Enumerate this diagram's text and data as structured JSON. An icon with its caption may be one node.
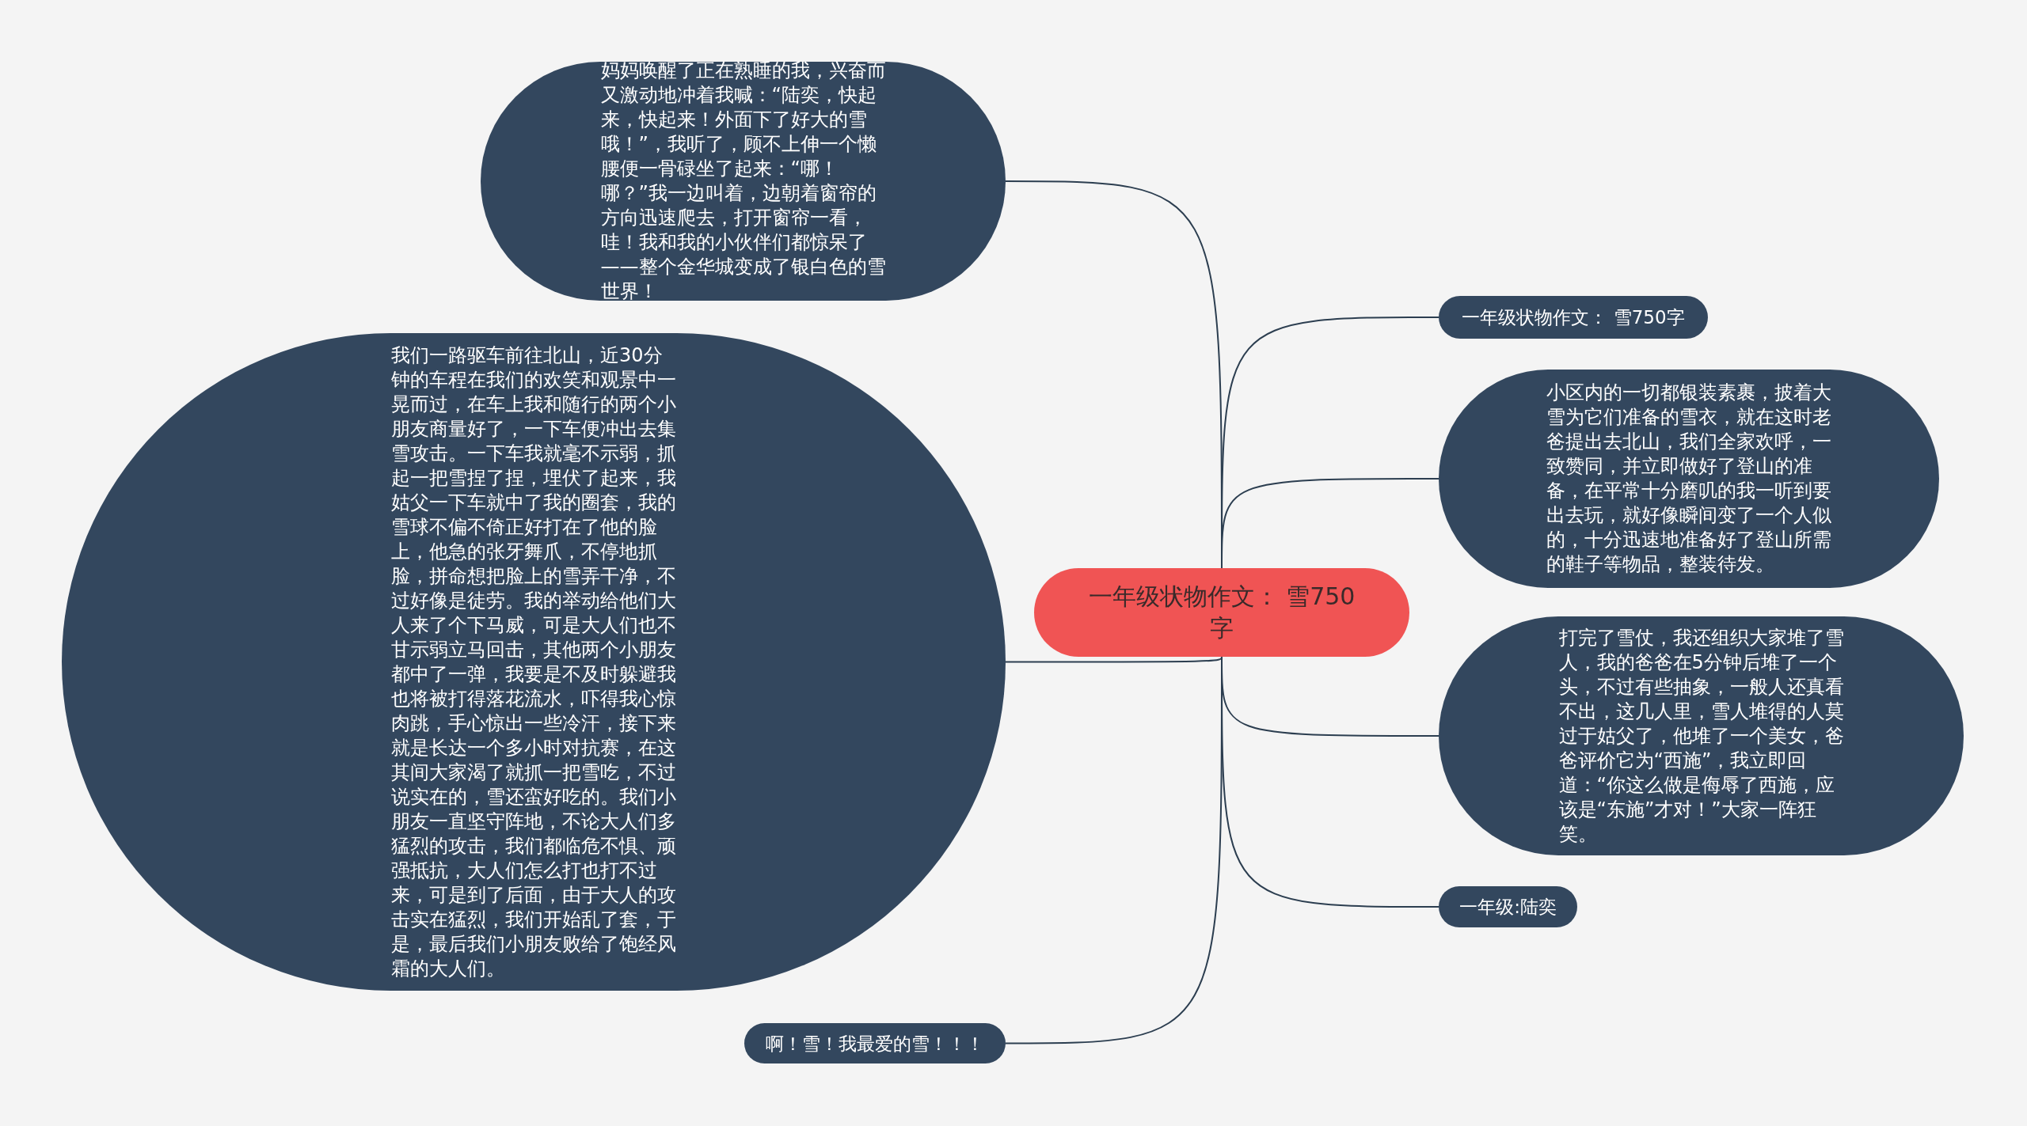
{
  "diagram": {
    "nodes": [
      {
        "text": [
          "一年级状物作文： 雪750字"
        ]
      },
      {
        "text": [
          "妈妈唤醒了正在熟睡的我，兴奋而又激动地冲着我喊：“陆奕，快起来，快起来！外面下了好大的雪哦！”，我听了，顾不上伸一个懒腰便一骨碌坐了起来：“哪！哪？”我一边叫着，边朝着窗帘的方向迅速爬去，打开窗帘一看，哇！我和我的小伙伴们都惊呆了——整个金华城变成了银白色的雪世界！"
        ]
      },
      {
        "text": [
          "我们一路驱车前往北山，近30分钟的车程在我们的欢笑和观景中一晃而过，在车上我和随行的两个小朋友商量好了，一下车便冲出去集雪攻击。一下车我就毫不示弱，抓起一把雪捏了捏，埋伏了起来，我姑父一下车就中了我的圈套，我的雪球不偏不倚正好打在了他的脸上，他急的张牙舞爪，不停地抓脸，拼命想把脸上的雪弄干净，不过好像是徒劳。我的举动给他们大人来了个下马威，可是大人们也不甘示弱立马回击，其他两个小朋友都中了一弹，我要是不及时躲避我也将被打得落花流水，吓得我心惊肉跳，手心惊出一些冷汗，接下来就是长达一个多小时对抗赛，在这其间大家渴了就抓一把雪吃，不过说实在的，雪还蛮好吃的。我们小朋友一直坚守阵地，不论大人们多猛烈的攻击，我们都临危不惧、顽强抵抗，大人们怎么打也打不过来，可是到了后面，由于大人的攻击实在猛烈，我们开始乱了套，于是，最后我们小朋友败给了饱经风霜的大人们。"
        ]
      },
      {
        "text": [
          "啊！雪！我最爱的雪！！！"
        ]
      },
      {
        "text": [
          "一年级状物作文： 雪750字"
        ]
      },
      {
        "text": [
          "小区内的一切都银装素裹，披着大雪为它们准备的雪衣，就在这时老爸提出去北山，我们全家欢呼，一致赞同，并立即做好了登山的准备，在平常十分磨叽的我一听到要出去玩，就好像瞬间变了一个人似的，十分迅速地准备好了登山所需的鞋子等物品，整装待发。"
        ]
      },
      {
        "text": [
          "打完了雪仗，我还组织大家堆了雪人，我的爸爸在5分钟后堆了一个头，不过有些抽象，一般人还真看不出，这几人里，雪人堆得的人莫过于姑父了，他堆了一个美女，爸爸评价它为“西施”，我立即回道：“你这么做是侮辱了西施，应该是“东施”才对！”大家一阵狂笑。"
        ]
      },
      {
        "text": [
          "一年级:陆奕"
        ]
      }
    ],
    "edges": [
      {
        "from": 0,
        "to": 1,
        "arrow": "none"
      },
      {
        "from": 0,
        "to": 2,
        "arrow": "none"
      },
      {
        "from": 0,
        "to": 3,
        "arrow": "none"
      },
      {
        "from": 0,
        "to": 4,
        "arrow": "none"
      },
      {
        "from": 0,
        "to": 5,
        "arrow": "none"
      },
      {
        "from": 0,
        "to": 6,
        "arrow": "none"
      },
      {
        "from": 0,
        "to": 7,
        "arrow": "none"
      }
    ]
  }
}
